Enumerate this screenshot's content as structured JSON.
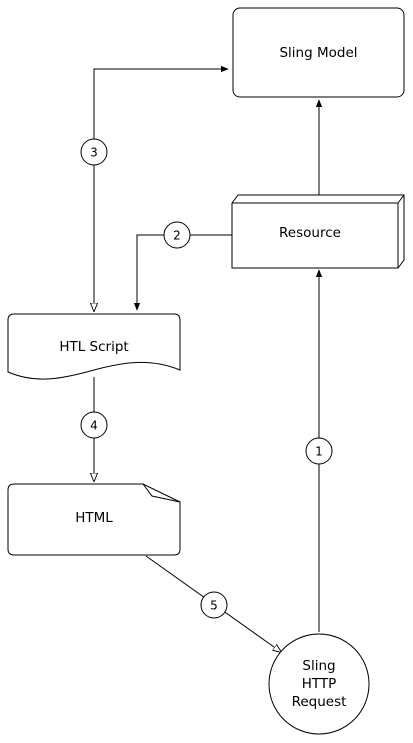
{
  "nodes": {
    "sling_model": {
      "label": "Sling Model"
    },
    "resource": {
      "label": "Resource"
    },
    "htl_script": {
      "label": "HTL Script"
    },
    "html": {
      "label": "HTML"
    },
    "request": {
      "lines": [
        "Sling",
        "HTTP",
        "Request"
      ]
    }
  },
  "steps": [
    "1",
    "2",
    "3",
    "4",
    "5"
  ],
  "colors": {
    "stroke": "#000000",
    "fill": "#ffffff",
    "text": "#000000"
  }
}
